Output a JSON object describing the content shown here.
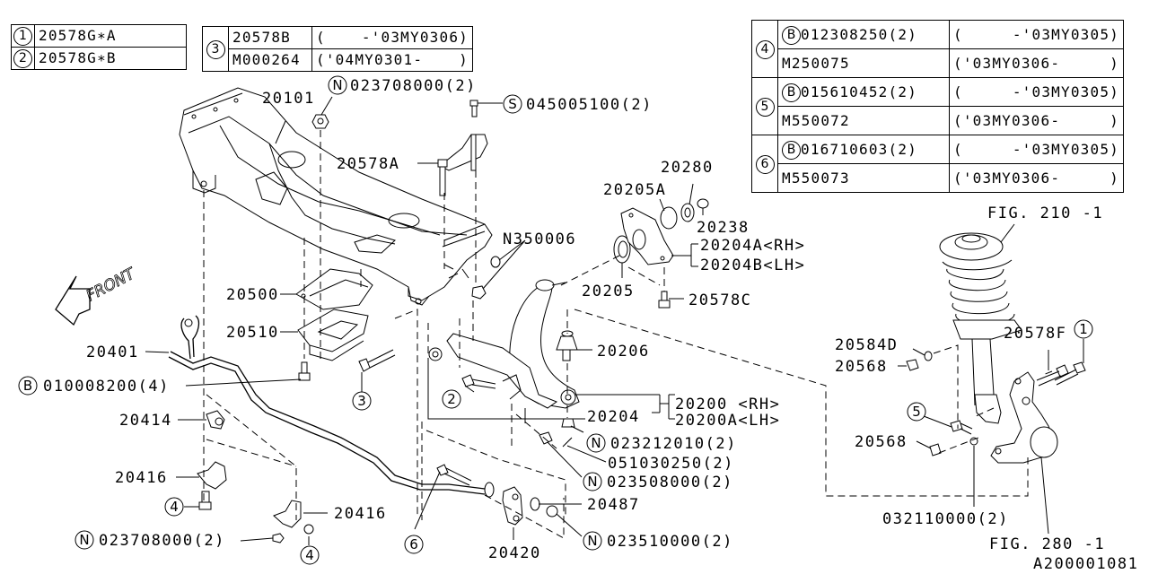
{
  "diagram_id": "A200001081",
  "direction_label": "FRONT",
  "table_1": [
    {
      "ref": "1",
      "part": "20578G∗A"
    },
    {
      "ref": "2",
      "part": "20578G∗B"
    }
  ],
  "table_3": {
    "ref": "3",
    "rows": [
      {
        "part": "20578B",
        "range_start": "(",
        "range_end": "-'03MY0306)"
      },
      {
        "part": "M000264",
        "range_start": "('04MY0301-",
        "range_end": ")"
      }
    ]
  },
  "table_456": [
    {
      "ref": "4",
      "rows": [
        {
          "prefix": "B",
          "part": "012308250(2)",
          "range_start": "(",
          "range_end": "-'03MY0305)"
        },
        {
          "prefix": "",
          "part": "M250075",
          "range_start": "('03MY0306-",
          "range_end": ")"
        }
      ]
    },
    {
      "ref": "5",
      "rows": [
        {
          "prefix": "B",
          "part": "015610452(2)",
          "range_start": "(",
          "range_end": "-'03MY0305)"
        },
        {
          "prefix": "",
          "part": "M550072",
          "range_start": "('03MY0306-",
          "range_end": ")"
        }
      ]
    },
    {
      "ref": "6",
      "rows": [
        {
          "prefix": "B",
          "part": "016710603(2)",
          "range_start": "(",
          "range_end": "-'03MY0305)"
        },
        {
          "prefix": "",
          "part": "M550073",
          "range_start": "('03MY0306-",
          "range_end": ")"
        }
      ]
    }
  ],
  "labels": {
    "subframe": "20101",
    "nut_top": {
      "prefix": "N",
      "text": "023708000(2)"
    },
    "bolt_top": {
      "prefix": "S",
      "text": "045005100(2)"
    },
    "bracket_bolt_a": "20578A",
    "washer": "20280",
    "bushing_a": "20205A",
    "nut_20238": "20238",
    "bracket_rh": "20204A<RH>",
    "bracket_lh": "20204B<LH>",
    "n350006": "N350006",
    "bushing": "20205",
    "bolt_c": "20578C",
    "plate_20500": "20500",
    "plate_20510": "20510",
    "stabilizer": "20401",
    "bolt_b": {
      "prefix": "B",
      "text": "010008200(4)"
    },
    "bushing_20414": "20414",
    "clamp_20416_a": "20416",
    "clamp_20416_b": "20416",
    "nut_bottom": {
      "prefix": "N",
      "text": "023708000(2)"
    },
    "ball_joint": "20206",
    "arm_rh": "20200 <RH>",
    "arm_lh": "20200A<LH>",
    "arm_sub": "20204",
    "nut_023212010": {
      "prefix": "N",
      "text": "023212010(2)"
    },
    "pin": "051030250(2)",
    "nut_023508000": {
      "prefix": "N",
      "text": "023508000(2)"
    },
    "washer_20487": "20487",
    "link": "20420",
    "nut_023510000": {
      "prefix": "N",
      "text": "023510000(2)"
    },
    "fig_210": "FIG. 210 -1",
    "fig_280": "FIG. 280 -1",
    "washer_20584d": "20584D",
    "nut_20568_a": "20568",
    "nut_20568_b": "20568",
    "bolt_f": "20578F",
    "clip": "032110000(2)",
    "callout_1": "1",
    "callout_2": "2",
    "callout_3": "3",
    "callout_4a": "4",
    "callout_4b": "4",
    "callout_5": "5",
    "callout_6": "6"
  }
}
